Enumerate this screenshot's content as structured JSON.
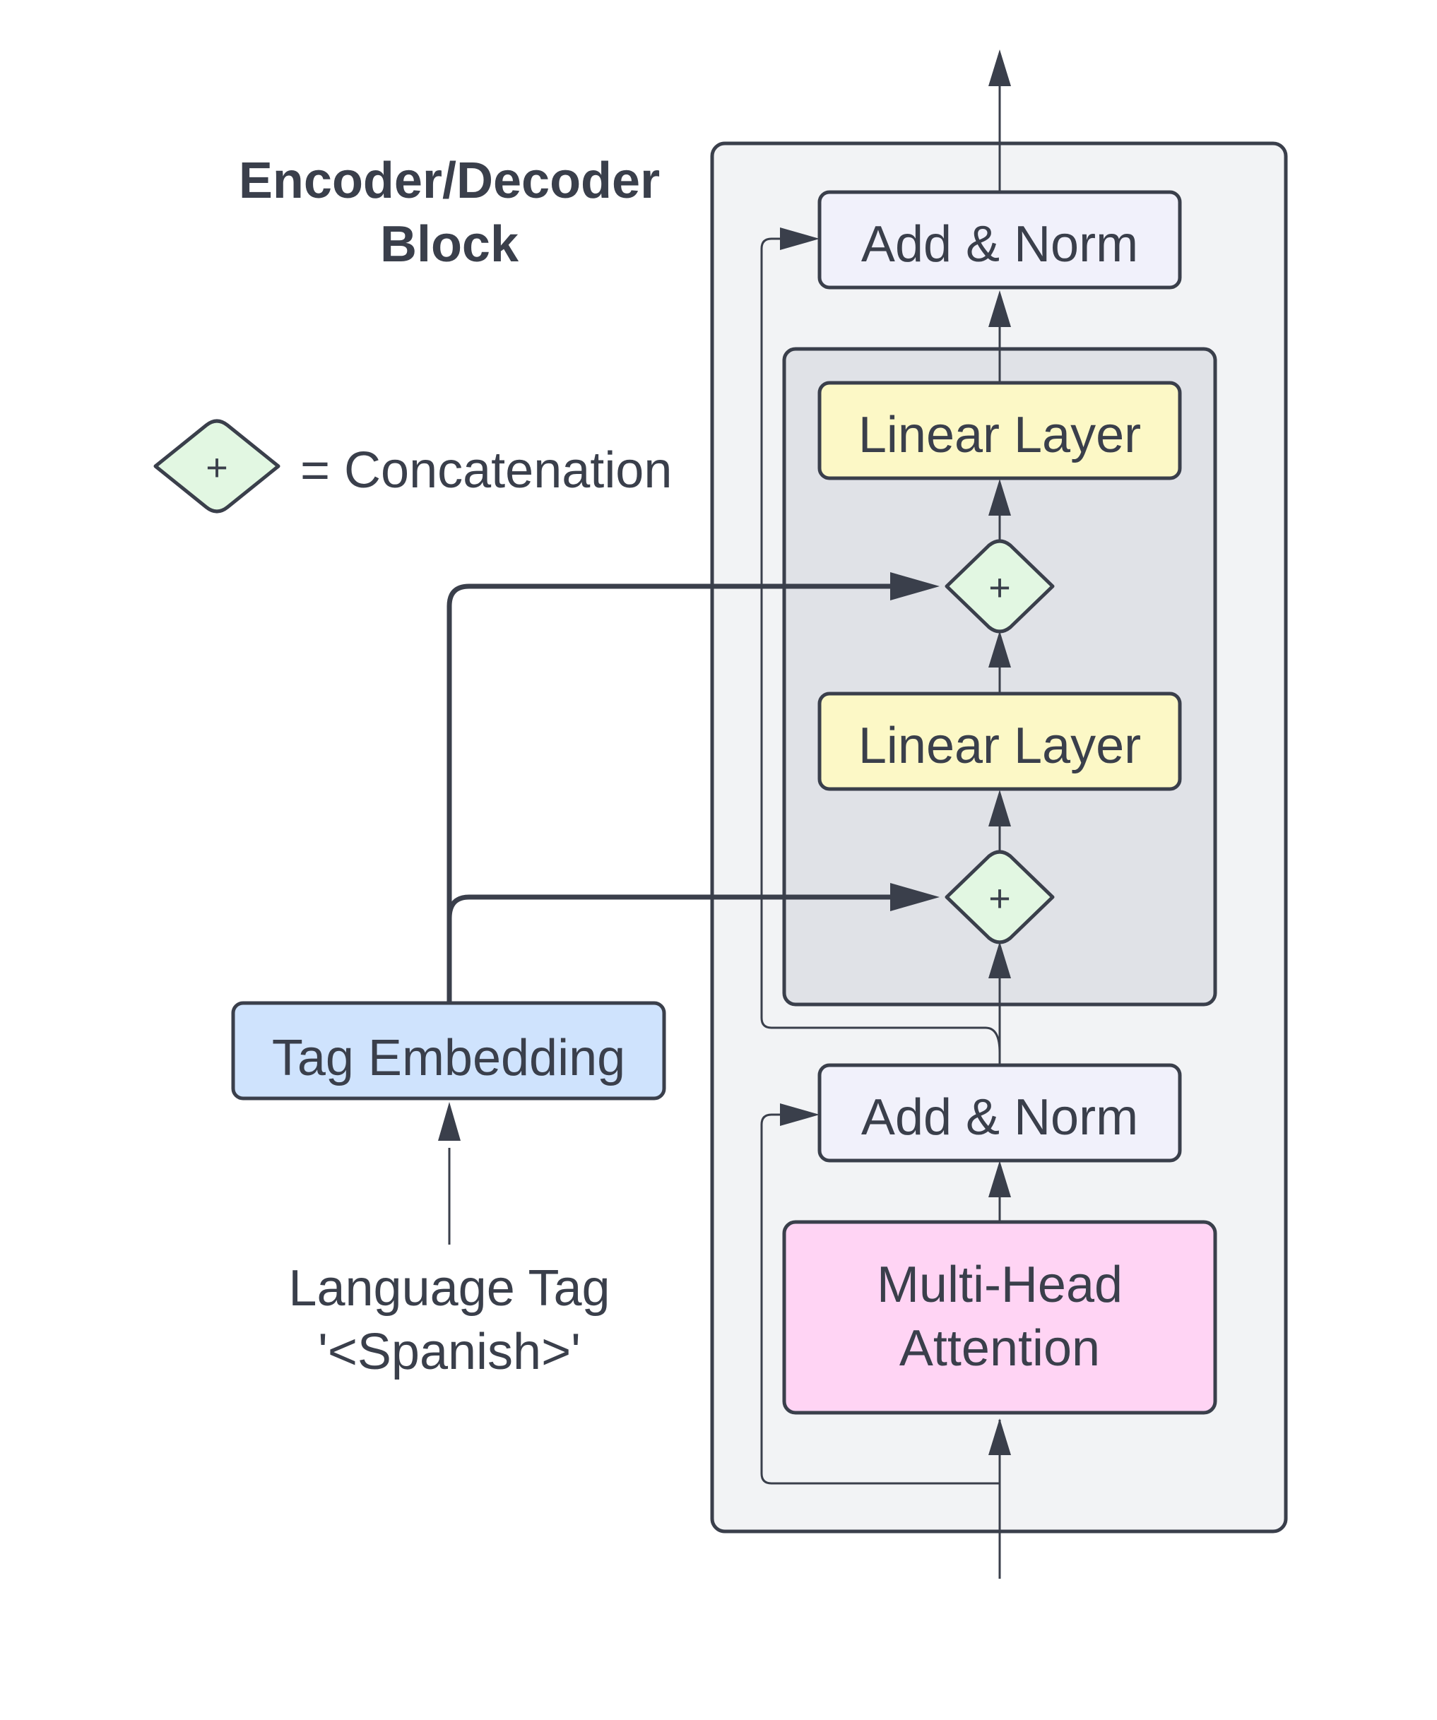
{
  "title": {
    "line1": "Encoder/Decoder",
    "line2": "Block"
  },
  "legend": {
    "symbol": "+",
    "text": "= Concatenation"
  },
  "blocks": {
    "add_norm_top": "Add & Norm",
    "linear_layer_top": "Linear Layer",
    "concat_top": "+",
    "linear_layer_bottom": "Linear Layer",
    "concat_bottom": "+",
    "add_norm_bottom": "Add & Norm",
    "attention_line1": "Multi-Head",
    "attention_line2": "Attention"
  },
  "tag_embedding": "Tag Embedding",
  "language_tag": {
    "line1": "Language Tag",
    "line2": "'<Spanish>'"
  },
  "colors": {
    "stroke": "#3a3f4b",
    "outer_block": "#f2f3f5",
    "inner_block": "#e0e2e7",
    "add_norm": "#f1f1fb",
    "linear": "#fcf8c6",
    "concat": "#e2f7e2",
    "attention": "#ffd4f4",
    "tag_embedding": "#cfe3fd"
  }
}
